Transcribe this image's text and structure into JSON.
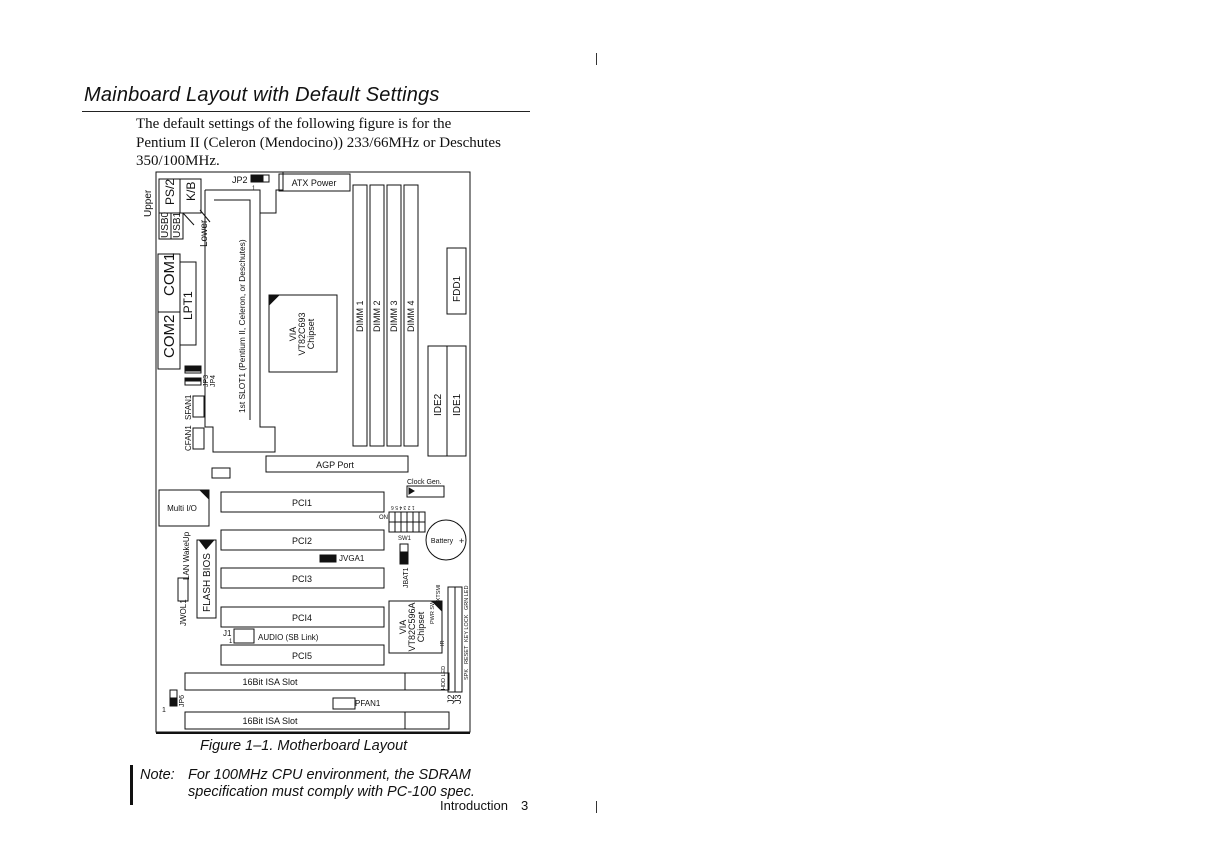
{
  "section_title": "Mainboard Layout with Default Settings",
  "intro_lines": [
    "The default settings of the following figure is for the",
    "Pentium II (Celeron (Mendocino)) 233/66MHz or Deschutes",
    "350/100MHz."
  ],
  "figure": {
    "caption": "Figure 1–1.  Motherboard Layout",
    "labels": {
      "upper": "Upper",
      "lower": "Lower",
      "ps2": "PS/2",
      "kb": "K/B",
      "usb0": "USB0",
      "usb1": "USB1",
      "jp2": "JP2",
      "jp2_pin": "1",
      "atx_power": "ATX Power",
      "com1": "COM1",
      "com2": "COM2",
      "lpt1": "LPT1",
      "jp3": "JP3",
      "jp4": "JP4",
      "sfan1": "SFAN1",
      "cfan1": "CFAN1",
      "slot1": "1st SLOT1  (Pentium II, Celeron, or Deschutes)",
      "via693_1": "VIA",
      "via693_2": "VT82C693",
      "via693_3": "Chipset",
      "dimm1": "DIMM 1",
      "dimm2": "DIMM 2",
      "dimm3": "DIMM 3",
      "dimm4": "DIMM 4",
      "fdd1": "FDD1",
      "ide2": "IDE2",
      "ide1": "IDE1",
      "agp": "AGP Port",
      "clock_gen": "Clock Gen.",
      "multi_io": "Multi I/O",
      "pci1": "PCI1",
      "pci2": "PCI2",
      "pci3": "PCI3",
      "pci4": "PCI4",
      "pci5": "PCI5",
      "sw_on": "ON",
      "sw_nums": "1 2 3 4 5 6",
      "sw_name": "SW1",
      "battery": "Battery",
      "battery_plus": "+",
      "jvga1": "JVGA1",
      "jbat1": "JBAT1",
      "lan_wakeup": "LAN WakeUp",
      "flash_bios": "FLASH BIOS",
      "jwol1": "JWOL1",
      "j1": "J1",
      "j1_pin": "1",
      "audio": "AUDIO (SB Link)",
      "via596_1": "VIA",
      "via596_2": "VT82C596A",
      "via596_3": "Chipset",
      "extsmi": "EXTSMI",
      "pwrsw": "PWR SW",
      "ir": "IR",
      "grn_led": "GRN LED",
      "keylock": "KEY LOCK",
      "reset": "RESET",
      "spk": "SPK",
      "hdd_led": "HDD LED",
      "j2": "J2",
      "j3": "J3",
      "isa1": "16Bit ISA Slot",
      "isa2": "16Bit ISA Slot",
      "pfan1": "PFAN1",
      "jp6": "JP6",
      "jp6_pin": "1"
    }
  },
  "note": {
    "label": "Note:",
    "lines": [
      "For 100MHz CPU environment, the SDRAM",
      "specification must comply with PC-100 spec."
    ]
  },
  "footer": {
    "label": "Introduction",
    "page": "3"
  }
}
